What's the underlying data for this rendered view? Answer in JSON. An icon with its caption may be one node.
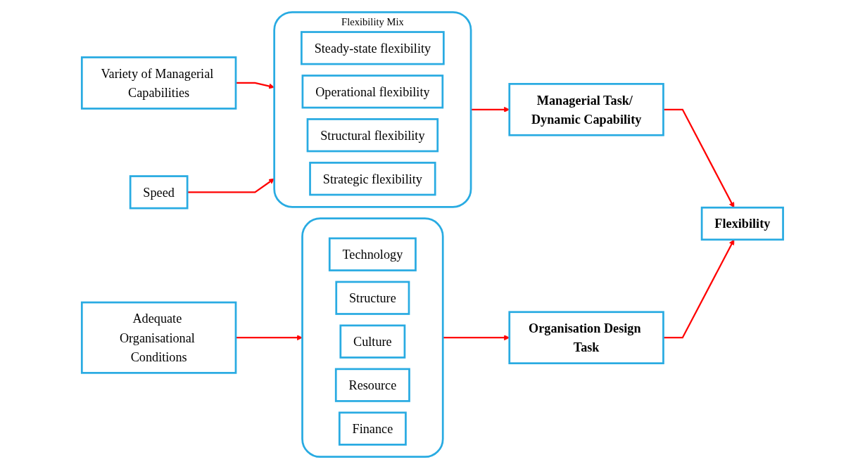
{
  "diagram": {
    "nodes": [
      {
        "text": [
          "Variety of Managerial Capabilities"
        ]
      },
      {
        "text": [
          "Speed"
        ]
      },
      {
        "text": [
          "Flexibility Mix"
        ]
      },
      {
        "text": [
          "Steady-state flexibility"
        ],
        "in": 2
      },
      {
        "text": [
          "Operational flexibility"
        ],
        "in": 2
      },
      {
        "text": [
          "Structural flexibility"
        ],
        "in": 2
      },
      {
        "text": [
          "Strategic flexibility"
        ],
        "in": 2
      },
      {
        "text": [
          "Managerial Task/ Dynamic Capability"
        ]
      },
      {
        "text": [
          "Flexibility"
        ]
      },
      {
        "text": [
          "Adequate Organisational Conditions"
        ]
      },
      {
        "text": [],
        "shape": "box"
      },
      {
        "text": [
          "Technology"
        ],
        "in": 10
      },
      {
        "text": [
          "Structure"
        ],
        "in": 10
      },
      {
        "text": [
          "Culture"
        ],
        "in": 10
      },
      {
        "text": [
          "Resource"
        ],
        "in": 10
      },
      {
        "text": [
          "Finance"
        ],
        "in": 10
      },
      {
        "text": [
          "Organisation Design Task"
        ]
      }
    ],
    "edges": [
      {
        "from": 0,
        "to": 2,
        "arrow": "to"
      },
      {
        "from": 1,
        "to": 2,
        "arrow": "to"
      },
      {
        "from": 2,
        "to": 7,
        "arrow": "to"
      },
      {
        "from": 7,
        "to": 8,
        "arrow": "to"
      },
      {
        "from": 9,
        "to": 10,
        "arrow": "to"
      },
      {
        "from": 10,
        "to": 16,
        "arrow": "to"
      },
      {
        "from": 16,
        "to": 8,
        "arrow": "to"
      }
    ]
  }
}
